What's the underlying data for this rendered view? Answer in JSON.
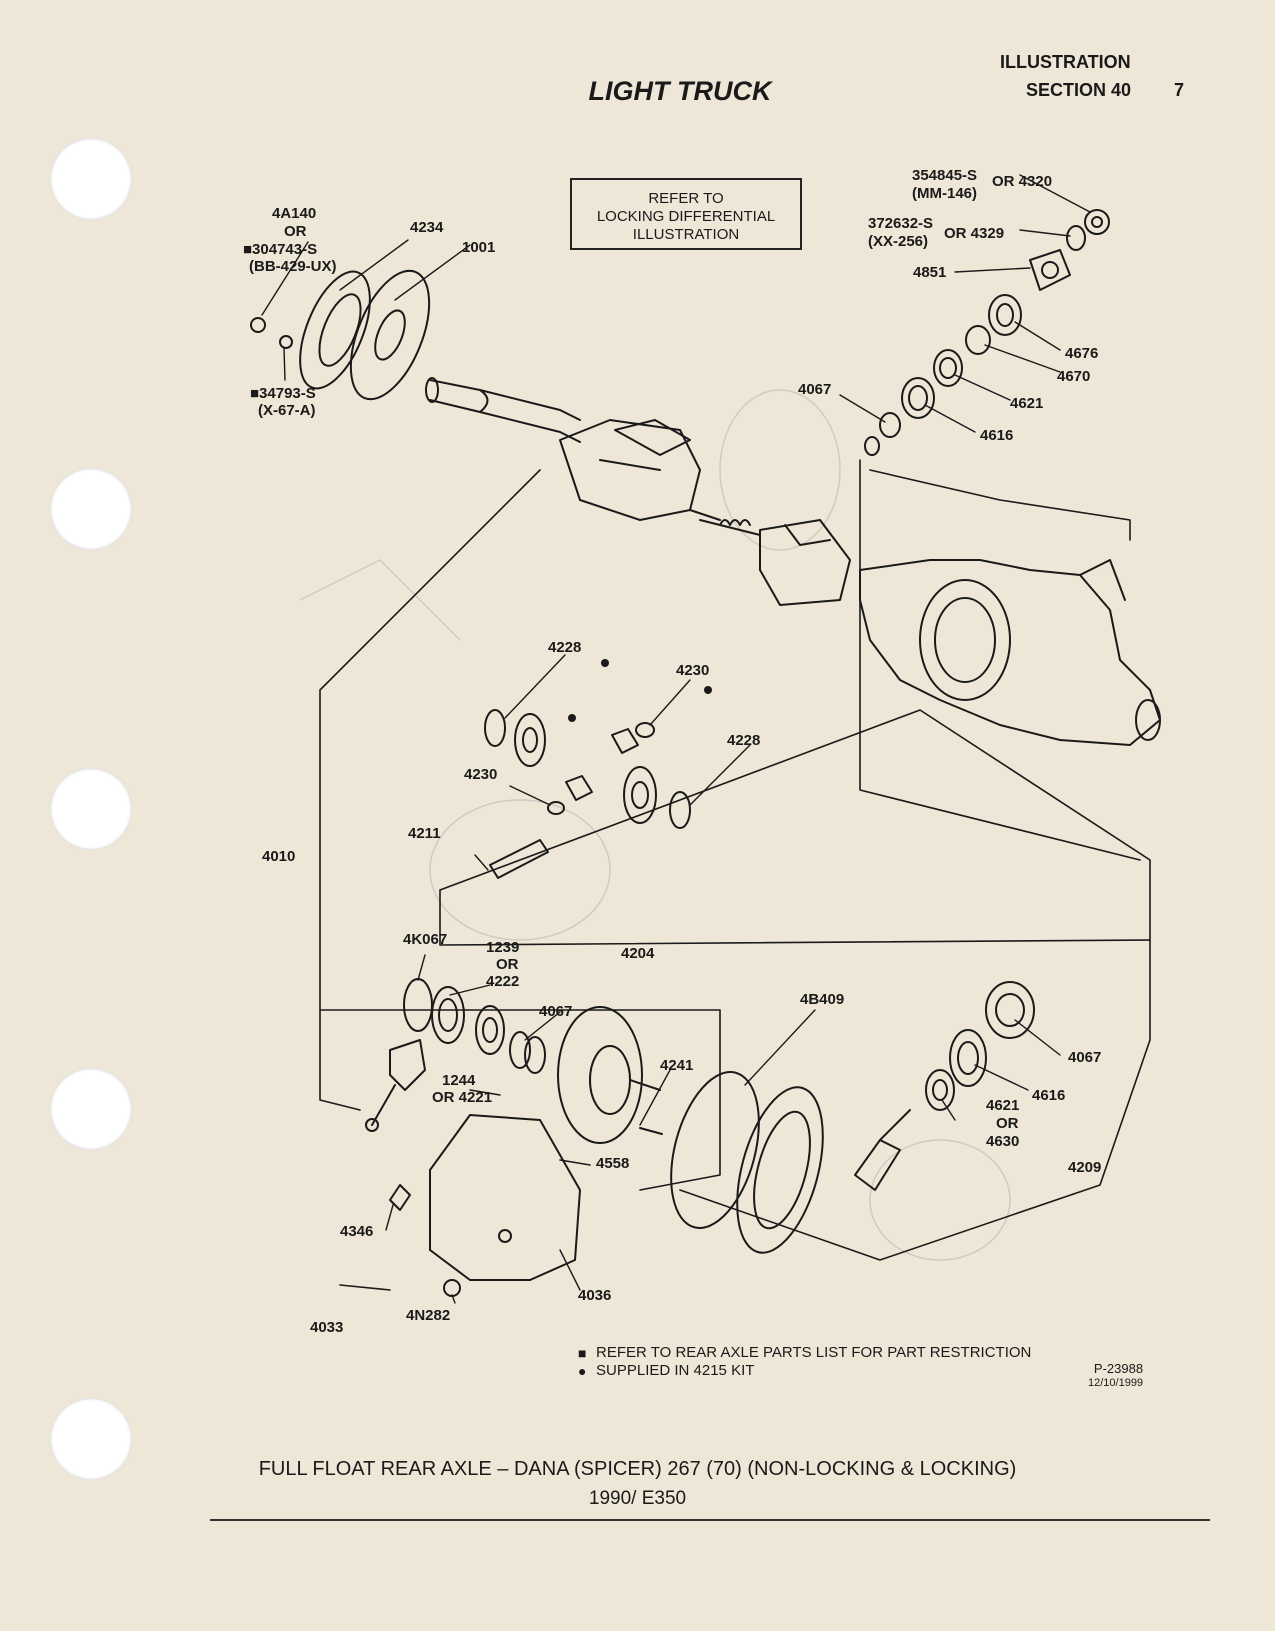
{
  "header": {
    "title": "LIGHT TRUCK",
    "illustration": "ILLUSTRATION",
    "section": "SECTION 40",
    "page_number": "7"
  },
  "reference_box": {
    "line1": "REFER TO",
    "line2": "LOCKING DIFFERENTIAL",
    "line3": "ILLUSTRATION"
  },
  "callouts": {
    "c4a140": "4A140",
    "c_or1": "OR",
    "c304743": "■304743-S",
    "cbb429": "(BB-429-UX)",
    "c4234": "4234",
    "c1001": "1001",
    "c34793": "■34793-S",
    "cx67a": "(X-67-A)",
    "c354845": "354845-S",
    "cmm146": "(MM-146)",
    "cor4320": "OR 4320",
    "c372632": "372632-S",
    "cxx256": "(XX-256)",
    "cor4329": "OR 4329",
    "c4851": "4851",
    "c4676": "4676",
    "c4670": "4670",
    "c4621a": "4621",
    "c4067a": "4067",
    "c4616a": "4616",
    "c4228a": "4228",
    "c4230a": "4230",
    "c4228b": "4228",
    "c4230b": "4230",
    "c4211": "4211",
    "c4010": "4010",
    "c4k067": "4K067",
    "c1239": "1239",
    "c_or2": "OR",
    "c4222": "4222",
    "c4204": "4204",
    "c4067b": "4067",
    "c4b409": "4B409",
    "c4067c": "4067",
    "c4241": "4241",
    "c1244": "1244",
    "cor4221": "OR 4221",
    "c4616b": "4616",
    "c4621b": "4621",
    "c_or3": "OR",
    "c4630": "4630",
    "c4558": "4558",
    "c4209": "4209",
    "c4346": "4346",
    "c4036": "4036",
    "c4033": "4033",
    "c4n282": "4N282"
  },
  "legend": {
    "square_mark": "■",
    "square_text": "REFER TO REAR AXLE PARTS LIST FOR PART RESTRICTION",
    "dot_mark": "●",
    "dot_text": "SUPPLIED IN 4215 KIT"
  },
  "part_ref": {
    "id": "P-23988",
    "date": "12/10/1999"
  },
  "footer": {
    "title": "FULL FLOAT REAR AXLE – DANA (SPICER) 267 (70) (NON-LOCKING & LOCKING)",
    "subtitle": "1990/ E350"
  }
}
